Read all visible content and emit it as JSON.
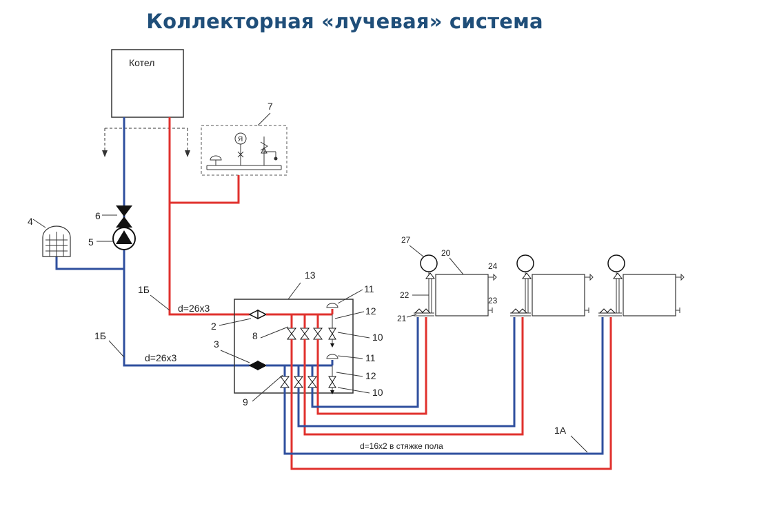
{
  "title": "Коллекторная «лучевая» система",
  "boiler_label": "Котел",
  "labels": {
    "n1a": "1А",
    "n1b_top": "1Б",
    "n1b_bottom": "1Б",
    "n2": "2",
    "n3": "3",
    "n4": "4",
    "n5": "5",
    "n6": "6",
    "n7": "7",
    "n8": "8",
    "n9": "9",
    "n10_top": "10",
    "n10_bottom": "10",
    "n11_top": "11",
    "n11_bottom": "11",
    "n12_top": "12",
    "n12_bottom": "12",
    "n13": "13",
    "n20": "20",
    "n21": "21",
    "n22": "22",
    "n23": "23",
    "n24": "24",
    "n27": "27"
  },
  "pipe_labels": {
    "supply": "d=26x3",
    "return": "d=26x3",
    "floor": "d=16x2 в стяжке пола"
  },
  "gauge_letter": "Я",
  "colors": {
    "title": "#1f4e79",
    "supply": "#e0312d",
    "return": "#2f4f9e",
    "line": "#333333"
  },
  "icons": [
    "valve-icon",
    "pump-icon",
    "expansion-tank-icon",
    "air-vent-icon",
    "pressure-gauge-icon",
    "radiator-icon",
    "thermostatic-head-icon",
    "drain-arrow-icon"
  ]
}
